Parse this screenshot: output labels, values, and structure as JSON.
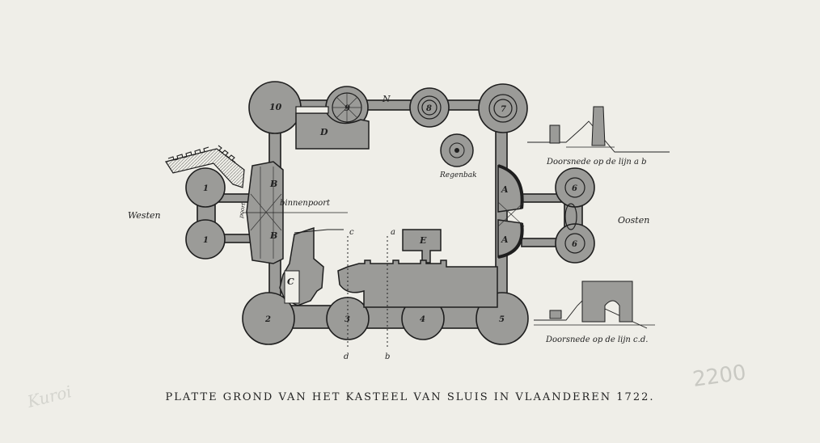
{
  "title": "PLATTE GROND VAN HET KASTEEL VAN SLUIS IN VLAANDEREN 1722.",
  "compass": {
    "west": "Westen",
    "east": "Oosten",
    "north": "N"
  },
  "labels": {
    "binnenpoort": "binnenpoort",
    "poort": "poort",
    "regenbak": "Regenbak",
    "section_ab": "Doorsnede op de lijn  a  b",
    "section_cd": "Doorsnede  op de lijn  c.d."
  },
  "rooms": {
    "B1": "B",
    "B2": "B",
    "A1": "A",
    "A2": "A",
    "C": "C",
    "D": "D",
    "E": "E"
  },
  "towers": {
    "t10": "10",
    "t9": "9",
    "t8": "8",
    "t7": "7",
    "t6a": "6",
    "t6b": "6",
    "t1a": "1",
    "t1b": "1",
    "t2": "2",
    "t3": "3",
    "t4": "4",
    "t5": "5"
  },
  "section_lines": {
    "a": "a",
    "b": "b",
    "c": "c",
    "d": "d"
  },
  "annotations": {
    "pencil_number": "2200",
    "pencil_left": "Kuroi"
  },
  "colors": {
    "paper": "#efeee8",
    "wall": "#9b9b98",
    "ink": "#222222",
    "pencil": "#c9c9c3"
  }
}
